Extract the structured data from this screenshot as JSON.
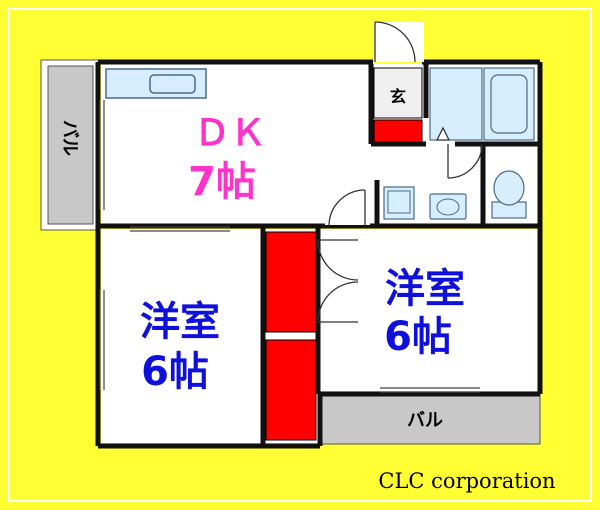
{
  "rooms": {
    "dk": {
      "name": "ＤＫ",
      "size": "7帖",
      "color": "#ff33cc"
    },
    "western_left": {
      "name": "洋室",
      "size": "6帖",
      "color": "#1010dd"
    },
    "western_right": {
      "name": "洋室",
      "size": "6帖",
      "color": "#1010dd"
    }
  },
  "balconies": {
    "left": "バル",
    "bottom": "バル"
  },
  "entrance": "玄",
  "credit": "CLC corporation",
  "colors": {
    "background": "#ffff33",
    "wall": "#111111",
    "balcony": "#c8c8c8",
    "closet": "#ff0000",
    "fixture": "#d6eeff",
    "fixture_stroke": "#4a6a88"
  }
}
